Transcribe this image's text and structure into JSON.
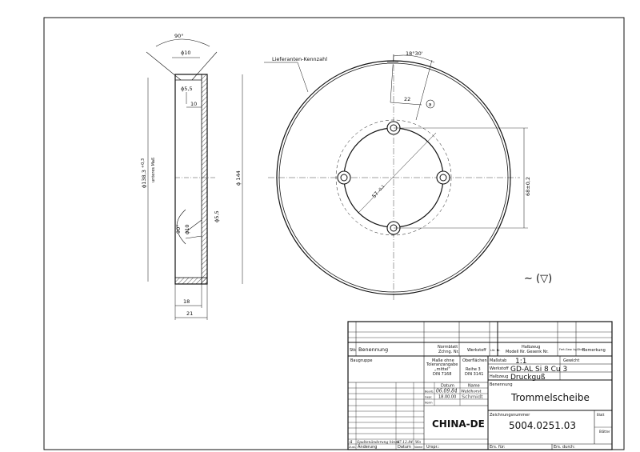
{
  "drawing": {
    "side_view": {
      "angle_top": "90°",
      "dia_countersink_top": "ϕ10",
      "dia_hole_top": "ϕ5,5",
      "dim_10": "10",
      "dia_inner": "ϕ138,3",
      "dia_inner_tol": "+0,3",
      "dia_inner_note": "unteres Maß",
      "dia_outer": "ϕ 144",
      "angle_bottom": "90°",
      "dia_countersink_bottom": "ϕ10",
      "dia_hole_bottom": "ϕ5,5",
      "width_18": "18",
      "width_21": "21"
    },
    "front_view": {
      "supplier_label": "Lieferanten-Kennzahl",
      "angle": "18°30'",
      "dim_22": "22",
      "marker": "a",
      "radius_57": "57",
      "radius_57_tol": "-0,1",
      "dim_68": "68±0,2"
    },
    "surface_symbol": "∼ (▽)"
  },
  "title_block": {
    "header": {
      "stk": "Stk",
      "benennung": "Benennung",
      "normblatt": "Normblatt",
      "zchng_nr": "Zchng. Nr.",
      "werkstoff": "Werkstoff",
      "lfd_nr": "Lfd. Nr.",
      "halbzeug": "Halbzeug",
      "modell_nr": "Modell Nr.  Gesenk Nr.",
      "fert_gew": "Fert.Gew. kg/Stck",
      "bemerkung": "Bemerkung"
    },
    "baugruppe": "Baugruppe",
    "masse_ohne": [
      "Maße ohne",
      "Toleranzangabe",
      "„mittel“",
      "DIN 7168"
    ],
    "oberflaechen": [
      "Oberflächen",
      "Reihe 3",
      "DIN 3141"
    ],
    "datum_label": "Datum",
    "name_label": "Name",
    "bearb_label": "Bearb.",
    "gepr_label": "Gepr.",
    "norm_label": "Norm",
    "bearb_datum": "06.09.84",
    "bearb_name": "Waldhorst",
    "gepr_datum": "18.00.00",
    "gepr_name": "Schmidt",
    "company": "CHINA-DE",
    "change_row": {
      "zustand": "a",
      "aenderung": "Spaltenänderung hinzu",
      "datum": "07.12.84",
      "name": "Wo"
    },
    "footer": {
      "zust": "Zust.",
      "aenderung": "Änderung",
      "datum": "Datum",
      "name": "Name",
      "urspr": "Urspr.:",
      "ers_fuer": "Ers. für:",
      "ers_durch": "Ers. durch:"
    },
    "massstab_label": "Maßstab",
    "massstab": "1:1",
    "gewicht_label": "Gewicht",
    "werkstoff_label": "Werkstoff",
    "werkstoff": "GD-AL Si 8 Cu 3",
    "halbzeug_label": "Halbzeug",
    "halbzeug": "Druckguß",
    "benennung_label": "Benennung",
    "title": "Trommelscheibe",
    "zeichnungsnummer_label": "Zeichnungsnummer",
    "zeichnungsnummer": "5004.0251.03",
    "blatt_label": "Blatt",
    "blaetter_label": "Blätter"
  }
}
